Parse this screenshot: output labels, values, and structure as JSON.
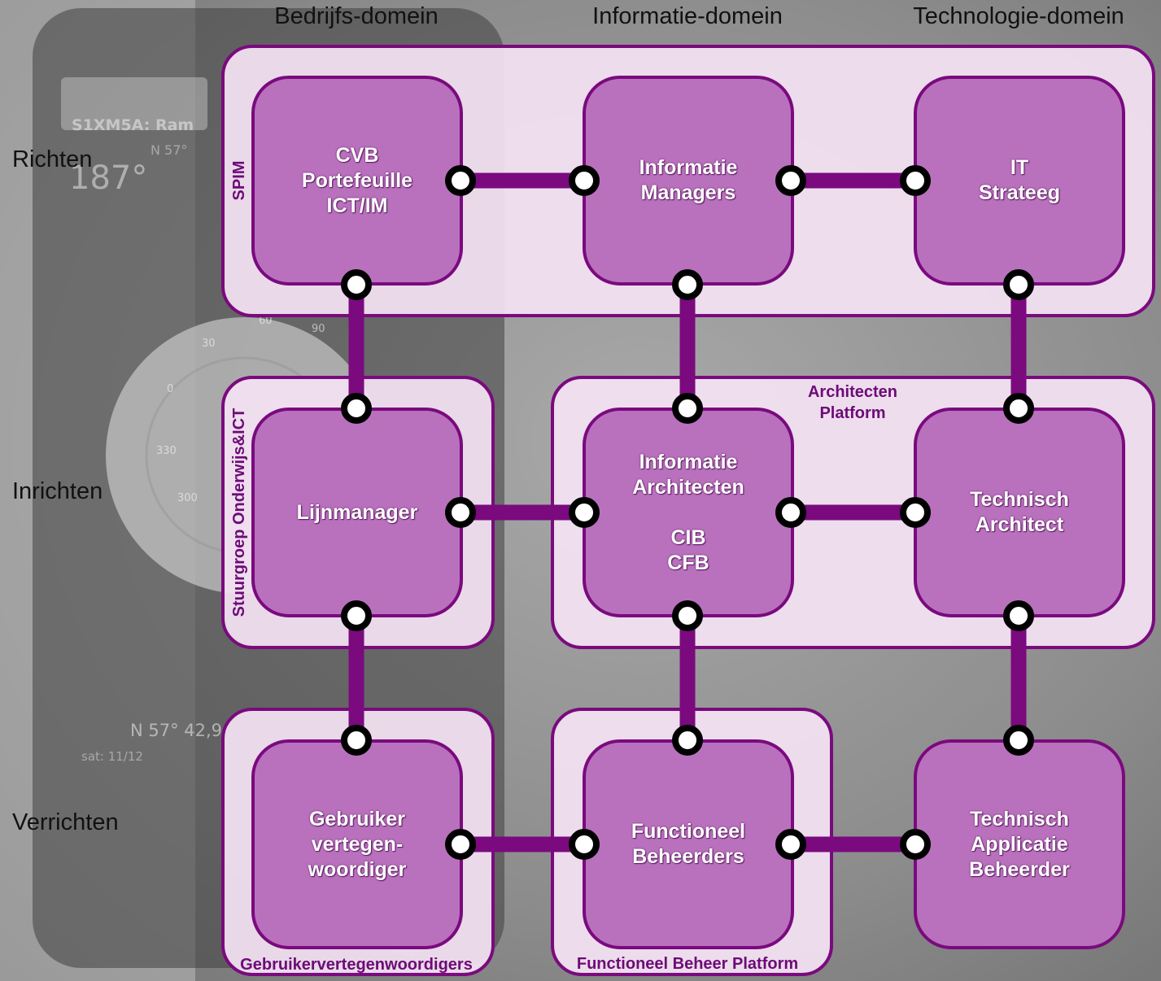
{
  "colors": {
    "accent": "#7a0a7e",
    "node_fill": "#b971bd",
    "group_fill": "#f3e2f3",
    "node_text": "#ffffff",
    "connector_dot": "#ffffff"
  },
  "columns": [
    "Bedrijfs-domein",
    "Informatie-domein",
    "Technologie-domein"
  ],
  "rows": [
    "Richten",
    "Inrichten",
    "Verrichten"
  ],
  "groups": {
    "spim": "SPIM",
    "stuurgroep": "Stuurgroep Onderwijs&ICT",
    "architecten": "Architecten\nPlatform",
    "gebruikers": "Gebruikervertegenwoordigers",
    "functioneel": "Functioneel Beheer Platform"
  },
  "nodes": {
    "cvb": "CVB\nPortefeuille\nICT/IM",
    "informatie_managers": "Informatie\nManagers",
    "it_strateeg": "IT\nStrateeg",
    "lijnmanager": "Lijnmanager",
    "informatie_architecten": "Informatie\nArchitecten\n\nCIB\nCFB",
    "technisch_architect": "Technisch\nArchitect",
    "gebruiker_vertegenwoordiger": "Gebruiker\nvertegen-\nwoordiger",
    "functioneel_beheerders": "Functioneel\nBeheerders",
    "technisch_applicatie_beheerder": "Technisch\nApplicatie\nBeheerder"
  },
  "background": {
    "phone_text_1": "S1XM5A: Ram",
    "phone_text_2": "N 57°",
    "phone_text_3": "187°",
    "phone_text_4": "N 57° 42,9",
    "phone_text_5": "sat: 11/12",
    "compass_ticks": [
      "30",
      "60",
      "90",
      "0",
      "330",
      "300"
    ]
  }
}
